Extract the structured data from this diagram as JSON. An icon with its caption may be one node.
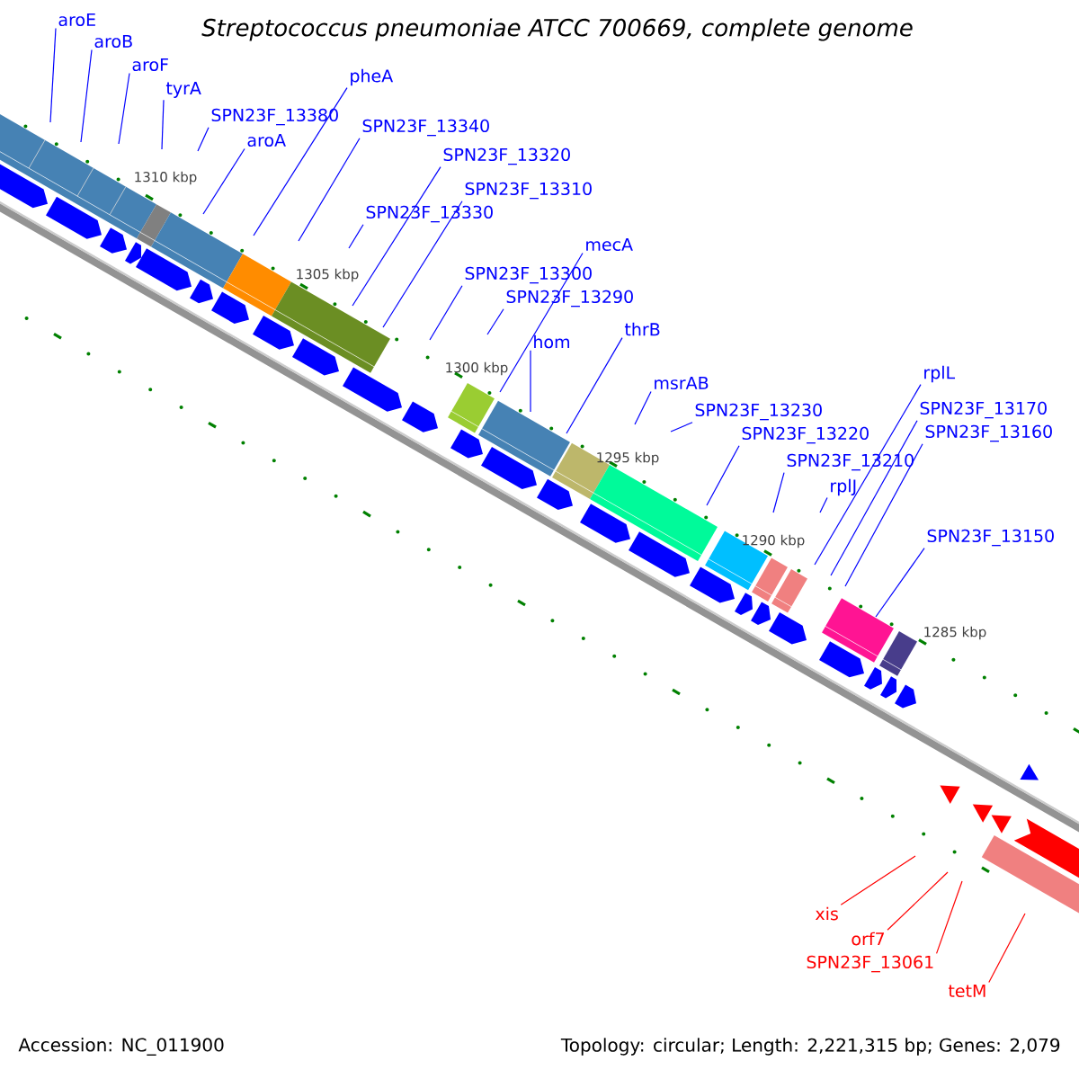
{
  "diagram": {
    "title": "Streptococcus pneumoniae ATCC 700669, complete genome",
    "nodes": [
      {
        "text": [
          "aroE"
        ]
      },
      {
        "text": [
          "aroB"
        ]
      },
      {
        "text": [
          "aroF"
        ]
      },
      {
        "text": [
          "pheA"
        ]
      },
      {
        "text": [
          "tyrA"
        ]
      },
      {
        "text": [
          "SPN23F_13380"
        ]
      },
      {
        "text": [
          "SPN23F_13340"
        ]
      },
      {
        "text": [
          "aroA"
        ]
      },
      {
        "text": [
          "SPN23F_13320"
        ]
      },
      {
        "text": [
          "SPN23F_13310"
        ]
      },
      {
        "text": [
          "SPN23F_13330"
        ]
      },
      {
        "text": [
          "mecA"
        ]
      },
      {
        "text": [
          "SPN23F_13300"
        ]
      },
      {
        "text": [
          "SPN23F_13290"
        ]
      },
      {
        "text": [
          "thrB"
        ]
      },
      {
        "text": [
          "hom"
        ]
      },
      {
        "text": [
          "rplL"
        ]
      },
      {
        "text": [
          "msrAB"
        ]
      },
      {
        "text": [
          "SPN23F_13170"
        ]
      },
      {
        "text": [
          "SPN23F_13230"
        ]
      },
      {
        "text": [
          "SPN23F_13160"
        ]
      },
      {
        "text": [
          "SPN23F_13220"
        ]
      },
      {
        "text": [
          "SPN23F_13210"
        ]
      },
      {
        "text": [
          "rplJ"
        ]
      },
      {
        "text": [
          "SPN23F_13150"
        ]
      },
      {
        "text": [
          "xis"
        ]
      },
      {
        "text": [
          "orf7"
        ]
      },
      {
        "text": [
          "SPN23F_13061"
        ]
      },
      {
        "text": [
          "tetM"
        ]
      }
    ],
    "edges": [
      {
        "from": 0,
        "to": null,
        "arrow": "none"
      },
      {
        "from": 1,
        "to": null,
        "arrow": "none"
      },
      {
        "from": 2,
        "to": null,
        "arrow": "none"
      },
      {
        "from": 3,
        "to": null,
        "arrow": "none"
      },
      {
        "from": 4,
        "to": null,
        "arrow": "none"
      },
      {
        "from": 5,
        "to": null,
        "arrow": "none"
      },
      {
        "from": 6,
        "to": null,
        "arrow": "none"
      },
      {
        "from": 7,
        "to": null,
        "arrow": "none"
      },
      {
        "from": 8,
        "to": null,
        "arrow": "none"
      },
      {
        "from": 9,
        "to": null,
        "arrow": "none"
      },
      {
        "from": 10,
        "to": null,
        "arrow": "none"
      },
      {
        "from": 11,
        "to": null,
        "arrow": "none"
      },
      {
        "from": 12,
        "to": null,
        "arrow": "none"
      },
      {
        "from": 13,
        "to": null,
        "arrow": "none"
      },
      {
        "from": 14,
        "to": null,
        "arrow": "none"
      },
      {
        "from": 15,
        "to": null,
        "arrow": "none"
      },
      {
        "from": 16,
        "to": null,
        "arrow": "none"
      },
      {
        "from": 17,
        "to": null,
        "arrow": "none"
      },
      {
        "from": 18,
        "to": null,
        "arrow": "none"
      },
      {
        "from": 19,
        "to": null,
        "arrow": "none"
      },
      {
        "from": 20,
        "to": null,
        "arrow": "none"
      },
      {
        "from": 21,
        "to": null,
        "arrow": "none"
      },
      {
        "from": 22,
        "to": null,
        "arrow": "none"
      },
      {
        "from": 23,
        "to": null,
        "arrow": "none"
      },
      {
        "from": 24,
        "to": null,
        "arrow": "none"
      },
      {
        "from": 25,
        "to": null,
        "arrow": "none",
        "color": "#ff0000"
      },
      {
        "from": 26,
        "to": null,
        "arrow": "none",
        "color": "#ff0000"
      },
      {
        "from": 27,
        "to": null,
        "arrow": "none",
        "color": "#ff0000"
      },
      {
        "from": 28,
        "to": null,
        "arrow": "none",
        "color": "#ff0000"
      }
    ],
    "labels": [
      "1310 kbp",
      "1305 kbp",
      "1300 kbp",
      "1295 kbp",
      "1290 kbp",
      "1285 kbp",
      "Accession: NC_011900",
      "Topology: circular; Length: 2,221,315 bp; Genes: 2,079"
    ]
  }
}
